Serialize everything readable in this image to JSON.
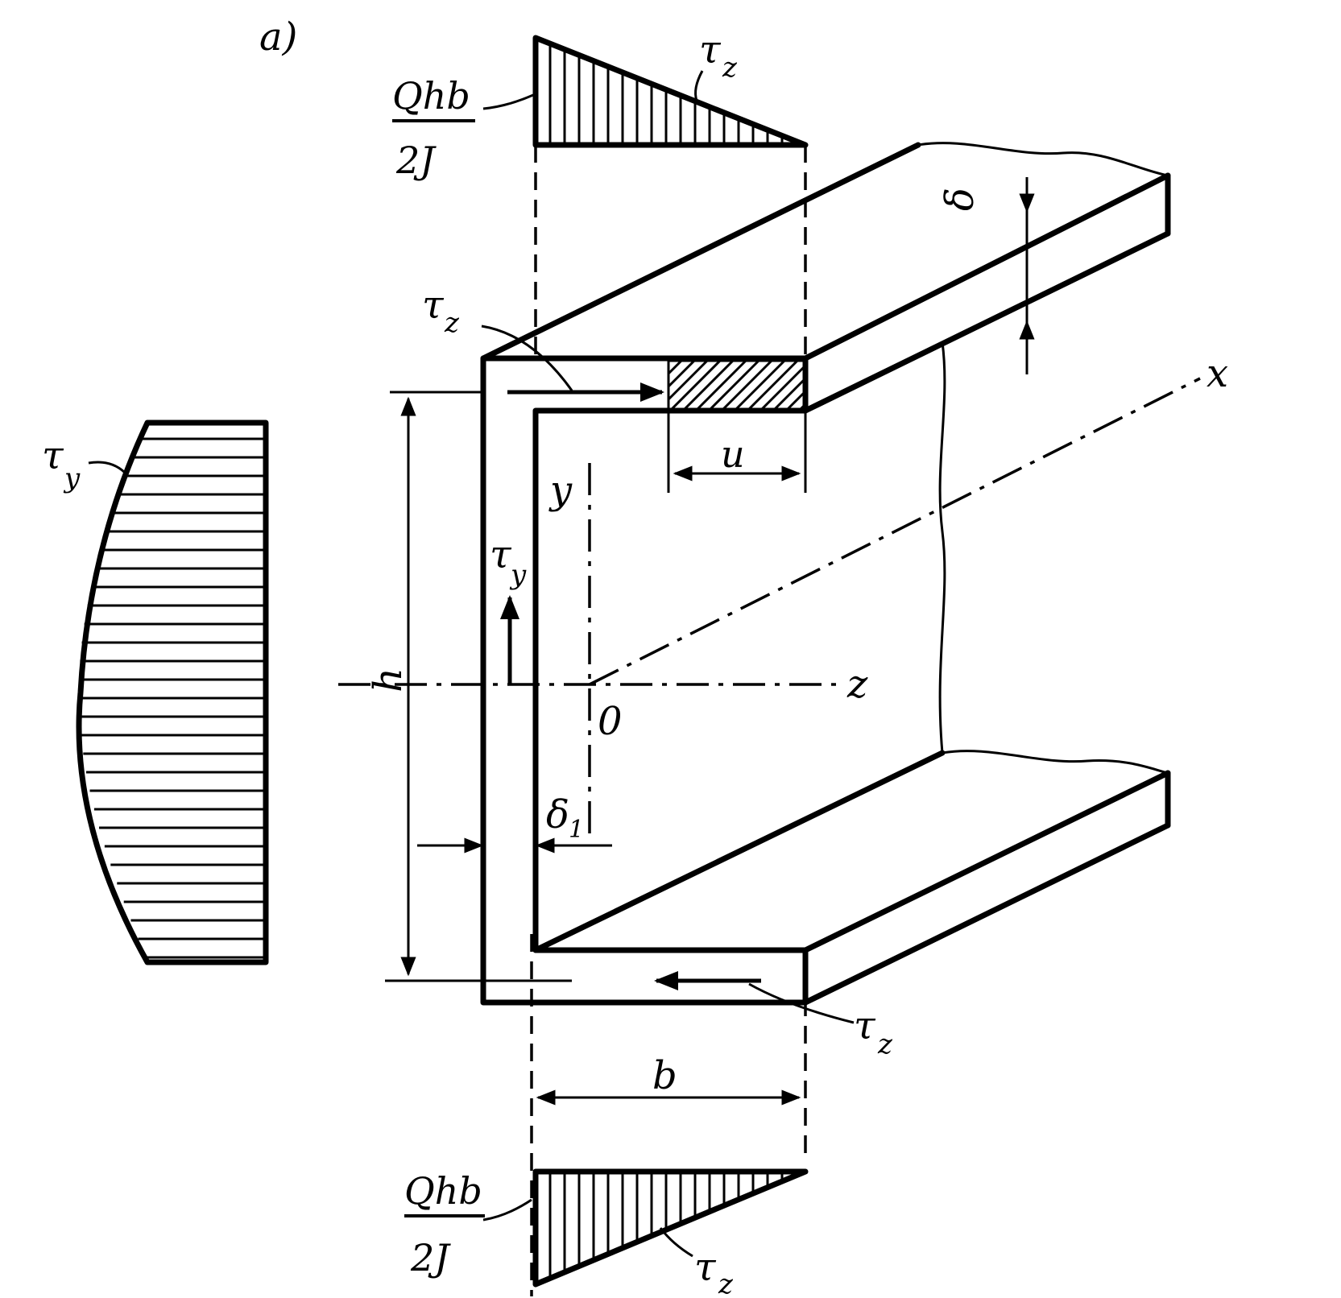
{
  "figure": {
    "panel_label": "a)",
    "labels": {
      "tau": "τ",
      "sub_z": "z",
      "sub_y": "y",
      "qhb": "Qhb",
      "two_j": "2J",
      "h": "h",
      "b": "b",
      "u": "u",
      "delta": "δ",
      "delta1": "δ",
      "delta1_sub": "1",
      "axis_x": "x",
      "axis_y": "y",
      "axis_z": "z",
      "origin": "0"
    }
  }
}
